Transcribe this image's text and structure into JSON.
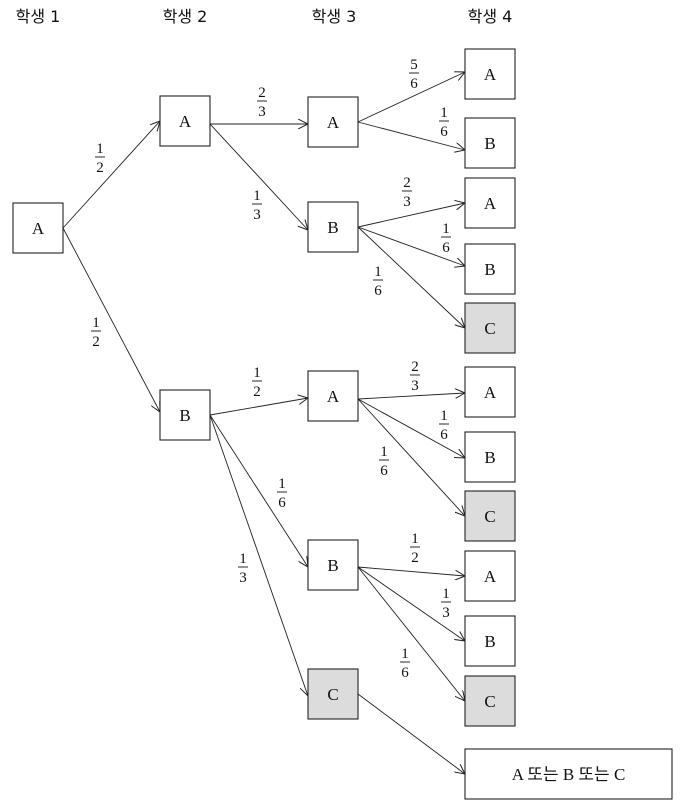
{
  "headers": [
    "학생 1",
    "학생 2",
    "학생 3",
    "학생 4"
  ],
  "nodes": [
    {
      "id": "s1",
      "label": "A"
    },
    {
      "id": "s2a",
      "label": "A"
    },
    {
      "id": "s2b",
      "label": "B"
    },
    {
      "id": "s3aa",
      "label": "A"
    },
    {
      "id": "s3ab",
      "label": "B"
    },
    {
      "id": "s3ba",
      "label": "A"
    },
    {
      "id": "s3bb",
      "label": "B"
    },
    {
      "id": "s3bc",
      "label": "C",
      "highlight": true
    },
    {
      "id": "s4aaa",
      "label": "A"
    },
    {
      "id": "s4aab",
      "label": "B"
    },
    {
      "id": "s4aba",
      "label": "A"
    },
    {
      "id": "s4abb",
      "label": "B"
    },
    {
      "id": "s4abc",
      "label": "C",
      "highlight": true
    },
    {
      "id": "s4baa",
      "label": "A"
    },
    {
      "id": "s4bab",
      "label": "B"
    },
    {
      "id": "s4bac",
      "label": "C",
      "highlight": true
    },
    {
      "id": "s4bba",
      "label": "A"
    },
    {
      "id": "s4bbb",
      "label": "B"
    },
    {
      "id": "s4bbc",
      "label": "C",
      "highlight": true
    },
    {
      "id": "s4bcany",
      "label": "A 또는 B 또는 C"
    }
  ],
  "edges": [
    {
      "from": "s1",
      "to": "s2a",
      "num": "1",
      "den": "2"
    },
    {
      "from": "s1",
      "to": "s2b",
      "num": "1",
      "den": "2"
    },
    {
      "from": "s2a",
      "to": "s3aa",
      "num": "2",
      "den": "3"
    },
    {
      "from": "s2a",
      "to": "s3ab",
      "num": "1",
      "den": "3"
    },
    {
      "from": "s2b",
      "to": "s3ba",
      "num": "1",
      "den": "2"
    },
    {
      "from": "s2b",
      "to": "s3bb",
      "num": "1",
      "den": "6"
    },
    {
      "from": "s2b",
      "to": "s3bc",
      "num": "1",
      "den": "3"
    },
    {
      "from": "s3aa",
      "to": "s4aaa",
      "num": "5",
      "den": "6"
    },
    {
      "from": "s3aa",
      "to": "s4aab",
      "num": "1",
      "den": "6"
    },
    {
      "from": "s3ab",
      "to": "s4aba",
      "num": "2",
      "den": "3"
    },
    {
      "from": "s3ab",
      "to": "s4abb",
      "num": "1",
      "den": "6"
    },
    {
      "from": "s3ab",
      "to": "s4abc",
      "num": "1",
      "den": "6"
    },
    {
      "from": "s3ba",
      "to": "s4baa",
      "num": "2",
      "den": "3"
    },
    {
      "from": "s3ba",
      "to": "s4bab",
      "num": "1",
      "den": "6"
    },
    {
      "from": "s3ba",
      "to": "s4bac",
      "num": "1",
      "den": "6"
    },
    {
      "from": "s3bb",
      "to": "s4bba",
      "num": "1",
      "den": "2"
    },
    {
      "from": "s3bb",
      "to": "s4bbb",
      "num": "1",
      "den": "3"
    },
    {
      "from": "s3bb",
      "to": "s4bbc",
      "num": "1",
      "den": "6"
    },
    {
      "from": "s3bc",
      "to": "s4bcany"
    }
  ]
}
